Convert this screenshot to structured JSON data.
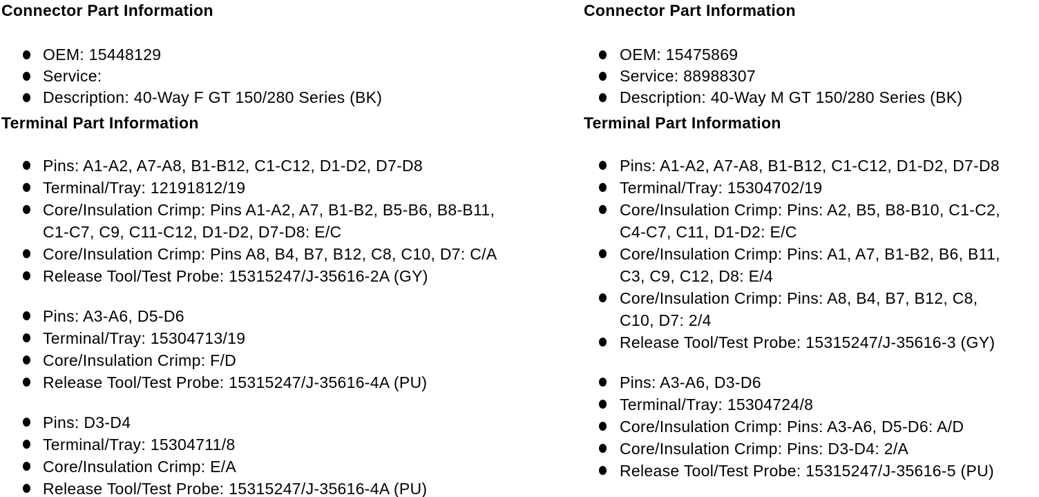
{
  "colors": {
    "text": "#000000",
    "background": "#ffffff"
  },
  "columns": [
    {
      "connector": {
        "heading": "Connector Part Information",
        "items": [
          "OEM: 15448129",
          "Service:",
          "Description: 40-Way F GT 150/280 Series (BK)"
        ]
      },
      "terminal": {
        "heading": "Terminal Part Information",
        "groups": [
          [
            "Pins: A1-A2, A7-A8, B1-B12, C1-C12, D1-D2, D7-D8",
            "Terminal/Tray: 12191812/19",
            "Core/Insulation Crimp: Pins A1-A2, A7, B1-B2, B5-B6, B8-B11, C1-C7, C9, C11-C12, D1-D2, D7-D8: E/C",
            "Core/Insulation Crimp: Pins A8, B4, B7, B12, C8, C10, D7: C/A",
            "Release Tool/Test Probe: 15315247/J-35616-2A (GY)"
          ],
          [
            "Pins: A3-A6, D5-D6",
            "Terminal/Tray: 15304713/19",
            "Core/Insulation Crimp: F/D",
            "Release Tool/Test Probe: 15315247/J-35616-4A (PU)"
          ],
          [
            "Pins: D3-D4",
            "Terminal/Tray: 15304711/8",
            "Core/Insulation Crimp: E/A",
            "Release Tool/Test Probe: 15315247/J-35616-4A (PU)"
          ]
        ]
      }
    },
    {
      "connector": {
        "heading": "Connector Part Information",
        "items": [
          "OEM: 15475869",
          "Service: 88988307",
          "Description: 40-Way M GT 150/280 Series (BK)"
        ]
      },
      "terminal": {
        "heading": "Terminal Part Information",
        "groups": [
          [
            "Pins: A1-A2, A7-A8, B1-B12, C1-C12, D1-D2, D7-D8",
            "Terminal/Tray: 15304702/19",
            "Core/Insulation Crimp: Pins: A2, B5, B8-B10, C1-C2, C4-C7, C11, D1-D2: E/C",
            "Core/Insulation Crimp: Pins: A1, A7, B1-B2, B6, B11, C3, C9, C12, D8: E/4",
            "Core/Insulation Crimp: Pins: A8, B4, B7, B12, C8, C10, D7: 2/4",
            "Release Tool/Test Probe: 15315247/J-35616-3 (GY)"
          ],
          [
            "Pins: A3-A6, D3-D6",
            "Terminal/Tray: 15304724/8",
            "Core/Insulation Crimp: Pins: A3-A6, D5-D6: A/D",
            "Core/Insulation Crimp: Pins: D3-D4: 2/A",
            "Release Tool/Test Probe: 15315247/J-35616-5 (PU)"
          ]
        ]
      }
    }
  ]
}
